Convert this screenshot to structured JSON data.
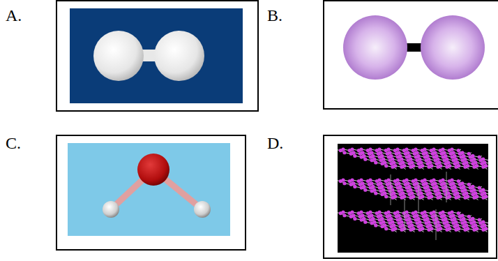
{
  "diagram": {
    "nodes": [
      {
        "text": [
          "A."
        ]
      },
      {
        "text": [
          "B."
        ]
      },
      {
        "text": [
          "C."
        ]
      },
      {
        "text": [
          "D."
        ]
      }
    ]
  }
}
